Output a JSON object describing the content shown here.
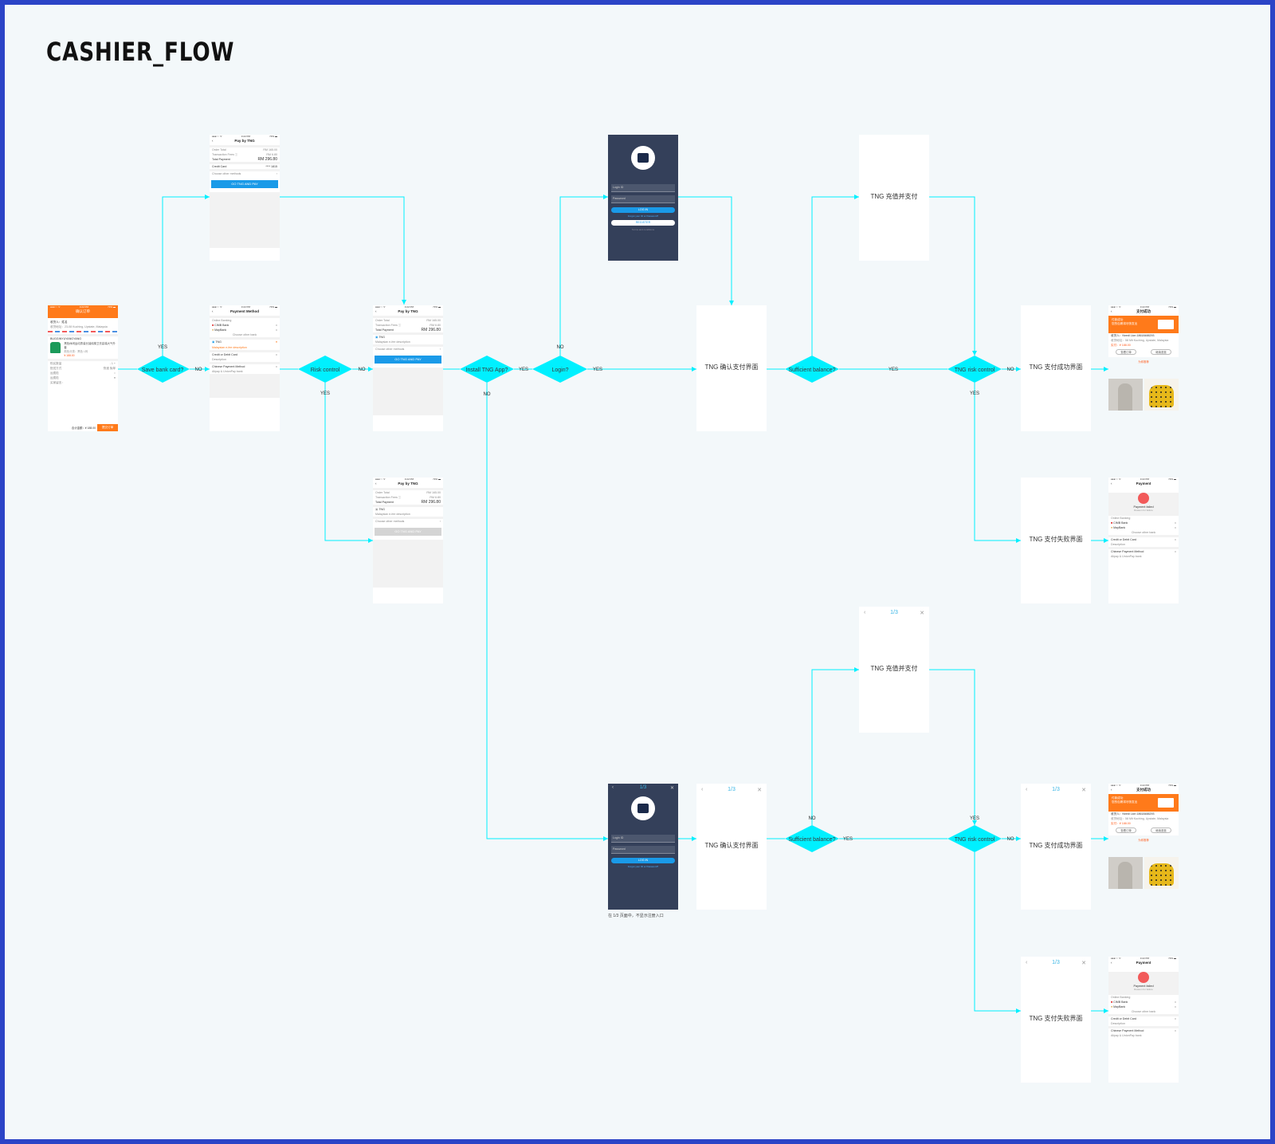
{
  "title": "CASHIER_FLOW",
  "colors": {
    "flow": "#00f0ff",
    "diamond": "#00f0ff",
    "frame": "#2b44c7",
    "canvas": "#f3f8fa"
  },
  "decisions": {
    "save_bank_card": "Save bank card?",
    "risk_control_1": "Risk control",
    "install_tng": "Install TNG App?",
    "login": "Login?",
    "sufficient_1": "Sufficient balance?",
    "tng_risk_1": "TNG risk control",
    "sufficient_2": "Sufficient balance?",
    "tng_risk_2": "TNG risk control"
  },
  "edges": {
    "yes": "YES",
    "no": "NO"
  },
  "boxes": {
    "confirm": "TNG 确认支付界面",
    "topup": "TNG 充值并支付",
    "success": "TNG 支付成功界面",
    "fail": "TNG 支付失败界面",
    "nav_title": "1/3",
    "nav_close": "✕",
    "nav_back": "‹"
  },
  "caption": "在 1/3 页面中，不显示注册入口",
  "screens": {
    "status_time": "3:22 PM",
    "status_carrier": "●●●○○ ᯤ",
    "status_batt": "73% ▬",
    "order": {
      "header": "确认订单",
      "addr_name": "收货人：姓名",
      "addr_line": "收货地址：23-08 Kuching, Upstate, Malaysia",
      "shop": "BUGGINYUYANGYANG",
      "item": "黑色休闲运动男装长袖纯棉卫衣高端大气外套",
      "item_spec": "颜色分类：黑色 L码",
      "price": "¥ 188.00",
      "row1": "购买数量",
      "row2": "配送方式",
      "row2v": "快递 免邮",
      "row3": "运费险",
      "row4": "运费险",
      "row5": "买家留言：",
      "total": "合计金额：¥ 188.00",
      "submit": "提交订单"
    },
    "pay_tng": {
      "header": "Pay by TNG",
      "order_total": "Order Total",
      "order_total_v": "RM 165.00",
      "fee": "Transaction Fees ⓘ",
      "fee_v": "RM 6.80",
      "total": "Total Payment",
      "total_v": "RM 296.80",
      "credit": "Credit Card",
      "credit_v": "**** 1815",
      "choose": "Choose other methods",
      "btn": "GO TNG AND PAY",
      "tng_name": "TNG",
      "tng_desc": "Malaysian e-fee description"
    },
    "methods": {
      "header": "Payment Method",
      "section": "Online Banking",
      "bank1": "CIMB Bank",
      "bank2": "MayBank",
      "choose_bank": "Choose other bank",
      "tng": "TNG",
      "tng_desc": "Malaysian e-fee description",
      "card": "Credit or Debit Card",
      "card_desc": "Description",
      "chinese": "Chinese Payment Method",
      "chinese_desc": "Alipay & UnionPay bank"
    },
    "login": {
      "login_ph": "Login ID",
      "pwd_ph": "Password",
      "login_btn": "LOG IN",
      "forgot": "Forgot your ID or Password?",
      "register": "REGISTER",
      "terms": "Terms and conditions"
    },
    "success": {
      "header": "支付成功",
      "banner": "付款成功",
      "banner_sub": "您的包裹将尽快发出",
      "receiver": "收货人：Nnedi Lion  18618488293",
      "address": "收货地址：58 Mit Kuching, Upstate, Malaysia",
      "amount": "实付：¥ 188.00",
      "btn1": "查看订单",
      "btn2": "继续逛逛",
      "recommend": "为你推荐"
    },
    "fail": {
      "header": "Payment",
      "status": "Payment failed",
      "reason": "Reason for failure",
      "section": "Online Banking",
      "bank1": "CIMB Bank",
      "bank2": "MayBank",
      "choose_bank": "Choose other bank",
      "card": "Credit or Debit Card",
      "card_desc": "Description",
      "chinese": "Chinese Payment Method",
      "chinese_desc": "Alipay & UnionPay bank"
    }
  }
}
